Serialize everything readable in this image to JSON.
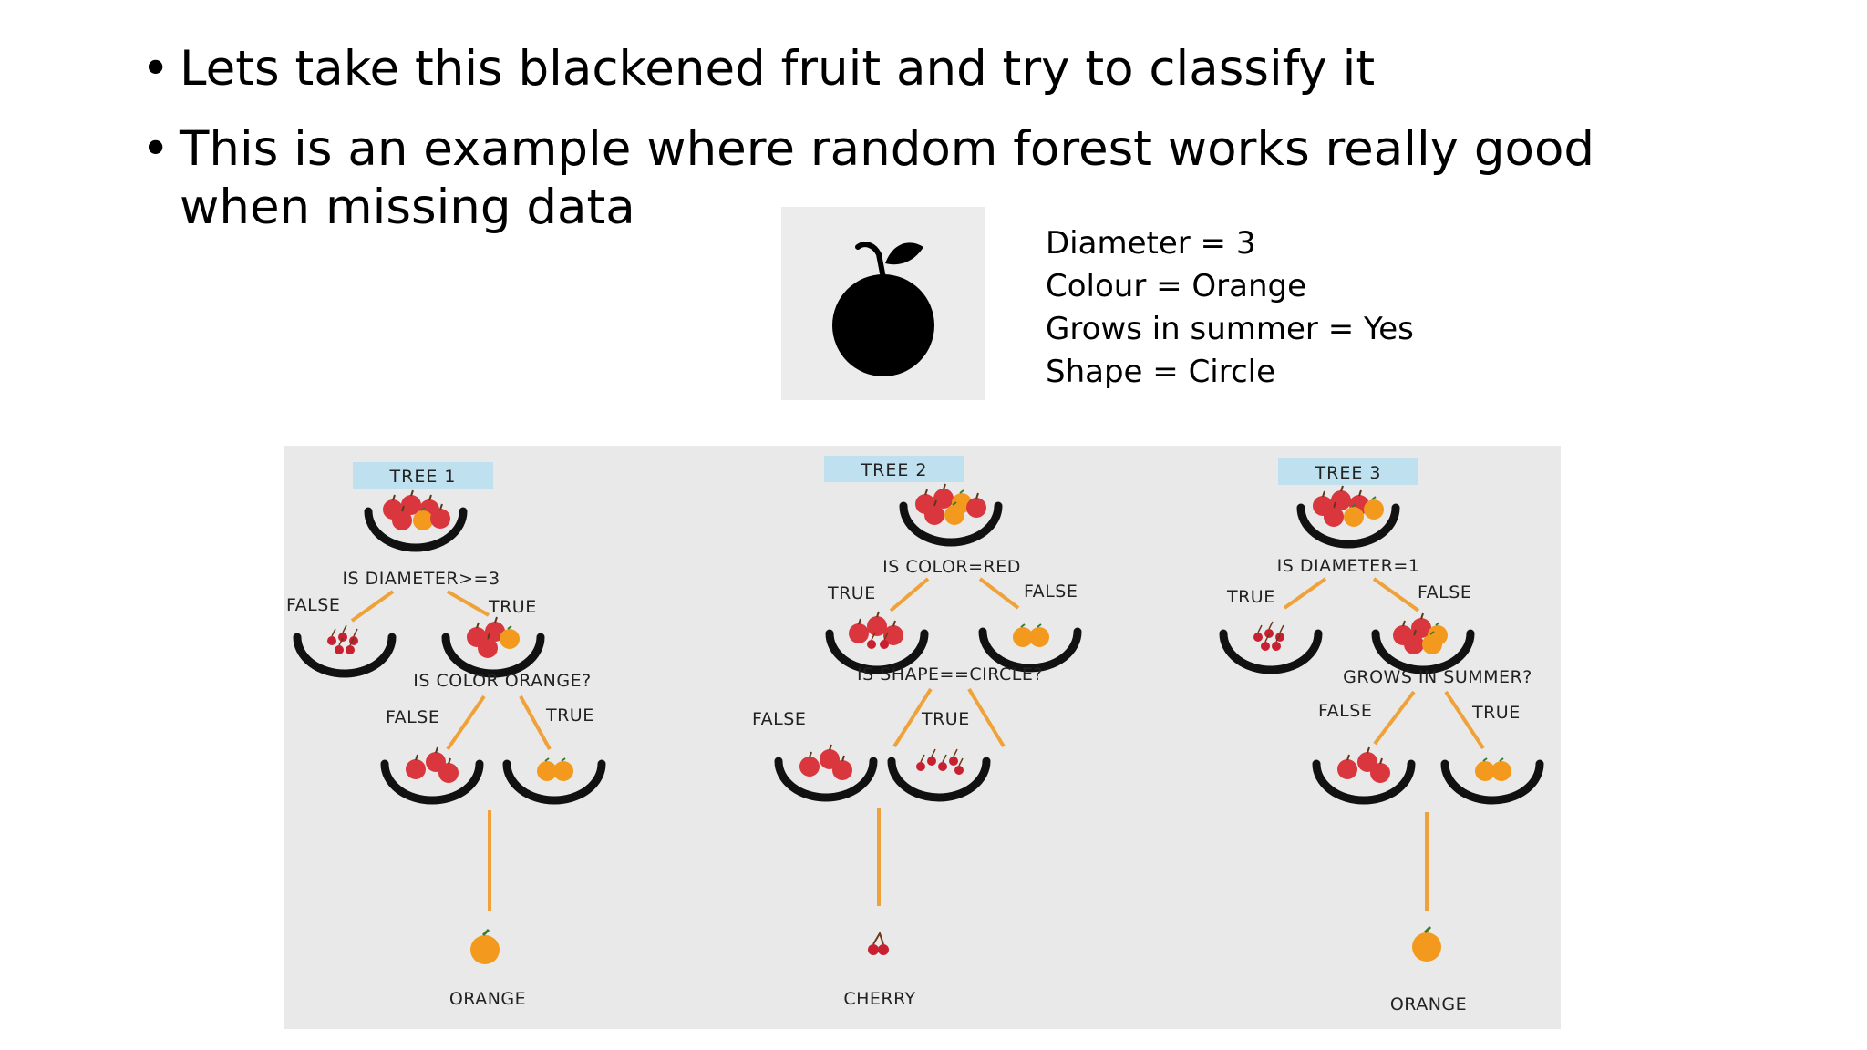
{
  "bullets": [
    "Lets take this blackened fruit and try to classify it",
    "This is an example where random forest works really good when missing data"
  ],
  "attributes": [
    "Diameter = 3",
    "Colour = Orange",
    "Grows in summer = Yes",
    "Shape = Circle"
  ],
  "colors": {
    "branch": "#f0a23a",
    "bowl": "#111111",
    "apple": "#d9363e",
    "orange": "#f39a1e",
    "tag": "#bfe0ef"
  },
  "trees": [
    {
      "title": "TREE 1",
      "q1": "IS DIAMETER>=3",
      "q1_false": "FALSE",
      "q1_true": "TRUE",
      "q2": "IS COLOR ORANGE?",
      "q2_false": "FALSE",
      "q2_true": "TRUE",
      "result": "ORANGE"
    },
    {
      "title": "TREE 2",
      "q1": "IS COLOR=RED",
      "q1_true": "TRUE",
      "q1_false": "FALSE",
      "q2": "IS SHAPE==CIRCLE?",
      "q2_false": "FALSE",
      "q2_true": "TRUE",
      "result": "CHERRY"
    },
    {
      "title": "TREE 3",
      "q1": "IS DIAMETER=1",
      "q1_true": "TRUE",
      "q1_false": "FALSE",
      "q2": "GROWS IN SUMMER?",
      "q2_false": "FALSE",
      "q2_true": "TRUE",
      "result": "ORANGE"
    }
  ]
}
